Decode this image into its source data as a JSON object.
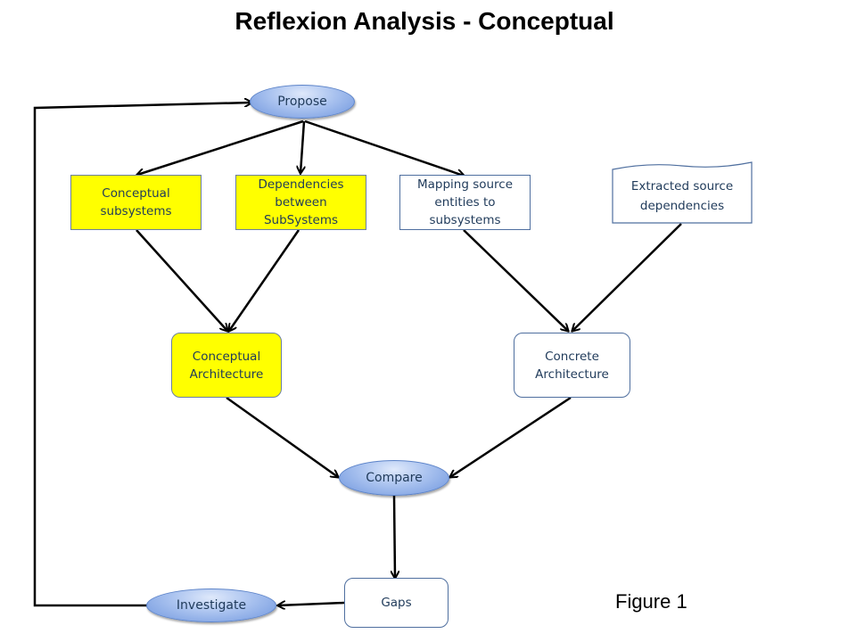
{
  "title": "Reflexion Analysis - Conceptual",
  "nodes": {
    "propose": "Propose",
    "conceptual_subsystems": "Conceptual subsystems",
    "dependencies": "Dependencies between SubSystems",
    "mapping": "Mapping source entities to subsystems",
    "extracted": "Extracted source dependencies",
    "conceptual_architecture": "Conceptual Architecture",
    "concrete_architecture": "Concrete Architecture",
    "compare": "Compare",
    "gaps": "Gaps",
    "investigate": "Investigate"
  },
  "figure_label": "Figure 1",
  "colors": {
    "yellow_fill": "#ffff00",
    "oval_fill": "#8eaee8",
    "outline": "#4f6f9f",
    "text": "#1f3a5a"
  }
}
